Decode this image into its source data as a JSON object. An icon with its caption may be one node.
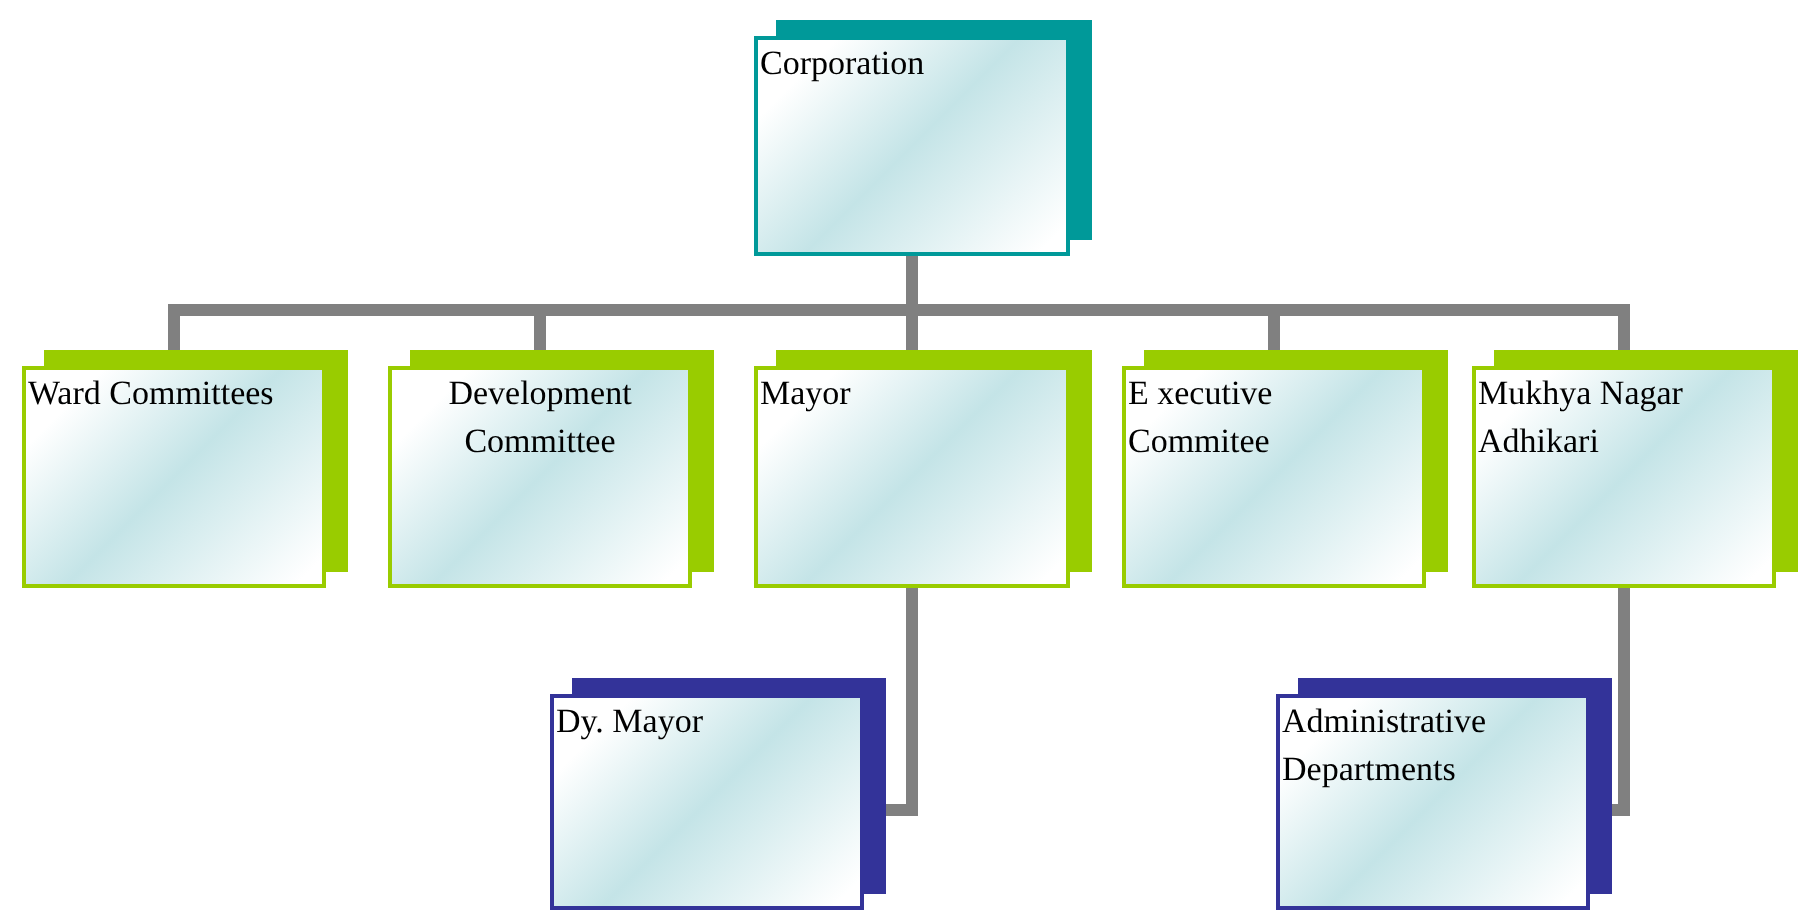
{
  "diagram": {
    "nodes": [
      {
        "text": [
          "Corporation"
        ]
      },
      {
        "text": [
          "Ward Committees"
        ]
      },
      {
        "text": [
          "Development Committee"
        ]
      },
      {
        "text": [
          "Mayor"
        ]
      },
      {
        "text": [
          "E xecutive Commitee"
        ]
      },
      {
        "text": [
          "Mukhya Nagar Adhikari"
        ]
      },
      {
        "text": [
          "Dy. Mayor"
        ]
      },
      {
        "text": [
          "Administrative Departments"
        ]
      }
    ],
    "edges": [
      {
        "from": 0,
        "to": 1,
        "arrow": "none"
      },
      {
        "from": 0,
        "to": 2,
        "arrow": "none"
      },
      {
        "from": 0,
        "to": 3,
        "arrow": "none"
      },
      {
        "from": 0,
        "to": 4,
        "arrow": "none"
      },
      {
        "from": 0,
        "to": 5,
        "arrow": "none"
      },
      {
        "from": 3,
        "to": 6,
        "arrow": "none"
      },
      {
        "from": 5,
        "to": 7,
        "arrow": "none"
      }
    ]
  }
}
